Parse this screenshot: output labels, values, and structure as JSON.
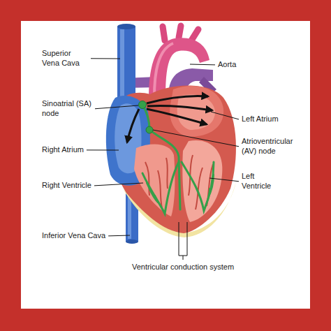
{
  "diagram": {
    "labels": [
      "Superior Vena Cava",
      "Aorta",
      "Sinoatrial (SA) node",
      "Left Atrium",
      "Atrioventricular (AV) node",
      "Right Atrium",
      "Left Ventricle",
      "Right Ventricle",
      "Inferior Vena Cava",
      "Ventricular conduction system"
    ]
  }
}
